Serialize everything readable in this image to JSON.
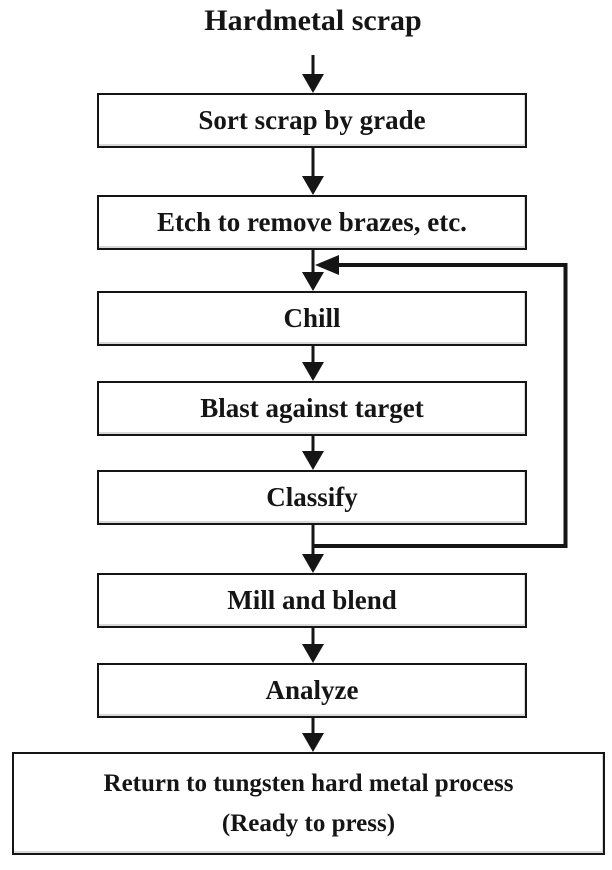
{
  "title": "Hardmetal scrap",
  "nodes": [
    {
      "label": "Sort scrap by grade"
    },
    {
      "label": "Etch to remove brazes, etc."
    },
    {
      "label": "Chill"
    },
    {
      "label": "Blast against target"
    },
    {
      "label": "Classify"
    },
    {
      "label": "Mill and blend"
    },
    {
      "label": "Analyze"
    }
  ],
  "terminal": {
    "line1": "Return to tungsten hard metal process",
    "line2": "(Ready to press)"
  },
  "flow": {
    "main_sequence": [
      "Hardmetal scrap",
      "Sort scrap by grade",
      "Etch to remove brazes, etc.",
      "Chill",
      "Blast against target",
      "Classify",
      "Mill and blend",
      "Analyze",
      "Return to tungsten hard metal process (Ready to press)"
    ],
    "feedback_loop": {
      "from": "Classify",
      "to": "Chill"
    }
  },
  "colors": {
    "ink": "#151515",
    "box_fill": "#ffffff",
    "background": "#ffffff"
  }
}
